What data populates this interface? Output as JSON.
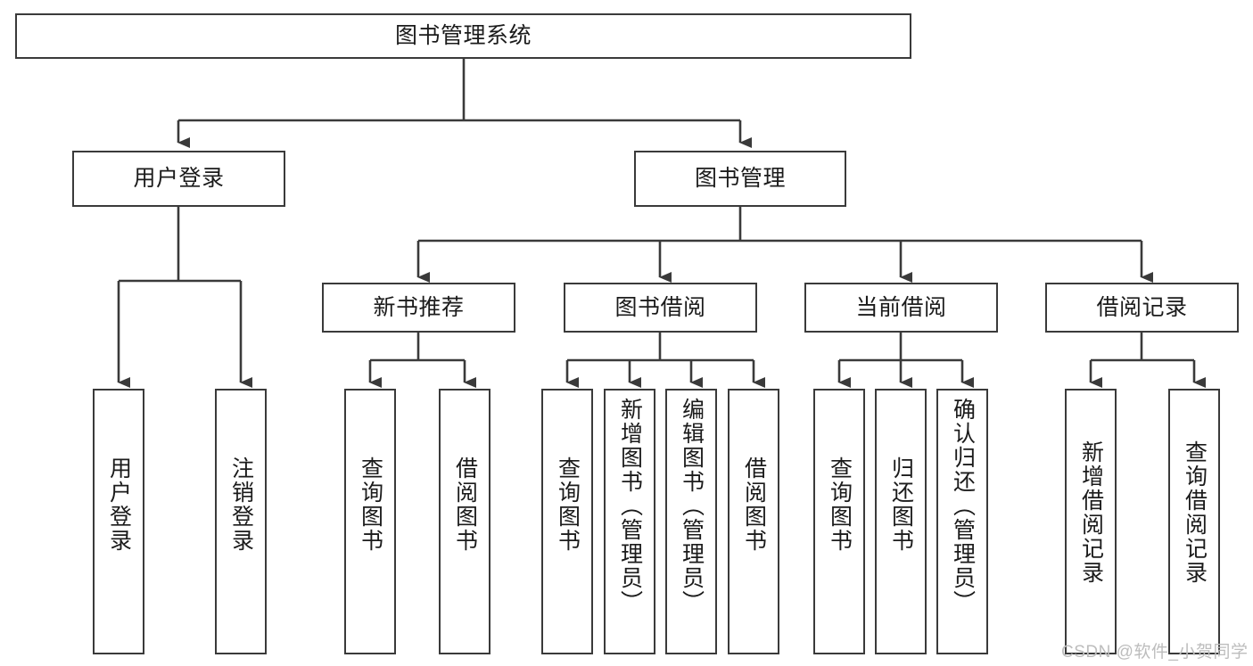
{
  "diagram": {
    "title": "图书管理系统",
    "type": "hierarchy-tree",
    "colors": {
      "stroke": "#3a3a3a",
      "fill": "#ffffff",
      "text": "#1b1b1b",
      "watermark": "#bdbdbd"
    },
    "watermark": "CSDN @软件_小贺同学",
    "levels": {
      "root": {
        "label": "图书管理系统"
      },
      "level2": [
        {
          "id": "user-login",
          "label": "用户登录"
        },
        {
          "id": "book-management",
          "label": "图书管理"
        }
      ],
      "level3": [
        {
          "id": "new-book-recommend",
          "label": "新书推荐",
          "parent": "book-management"
        },
        {
          "id": "book-borrow",
          "label": "图书借阅",
          "parent": "book-management"
        },
        {
          "id": "current-borrow",
          "label": "当前借阅",
          "parent": "book-management"
        },
        {
          "id": "borrow-record",
          "label": "借阅记录",
          "parent": "book-management"
        }
      ],
      "leaves": [
        {
          "id": "leaf-user-login",
          "label": "用户登录",
          "parent": "user-login"
        },
        {
          "id": "leaf-logout",
          "label": "注销登录",
          "parent": "user-login"
        },
        {
          "id": "leaf-query-book-1",
          "label": "查询图书",
          "parent": "new-book-recommend"
        },
        {
          "id": "leaf-borrow-book-1",
          "label": "借阅图书",
          "parent": "new-book-recommend"
        },
        {
          "id": "leaf-query-book-2",
          "label": "查询图书",
          "parent": "book-borrow"
        },
        {
          "id": "leaf-add-book",
          "label": "新增图书（管理员）",
          "parent": "book-borrow"
        },
        {
          "id": "leaf-edit-book",
          "label": "编辑图书（管理员）",
          "parent": "book-borrow"
        },
        {
          "id": "leaf-borrow-book-2",
          "label": "借阅图书",
          "parent": "book-borrow"
        },
        {
          "id": "leaf-query-book-3",
          "label": "查询图书",
          "parent": "current-borrow"
        },
        {
          "id": "leaf-return-book",
          "label": "归还图书",
          "parent": "current-borrow"
        },
        {
          "id": "leaf-confirm-return",
          "label": "确认归还（管理员）",
          "parent": "current-borrow"
        },
        {
          "id": "leaf-add-record",
          "label": "新增借阅记录",
          "parent": "borrow-record"
        },
        {
          "id": "leaf-query-record",
          "label": "查询借阅记录",
          "parent": "borrow-record"
        }
      ]
    }
  }
}
